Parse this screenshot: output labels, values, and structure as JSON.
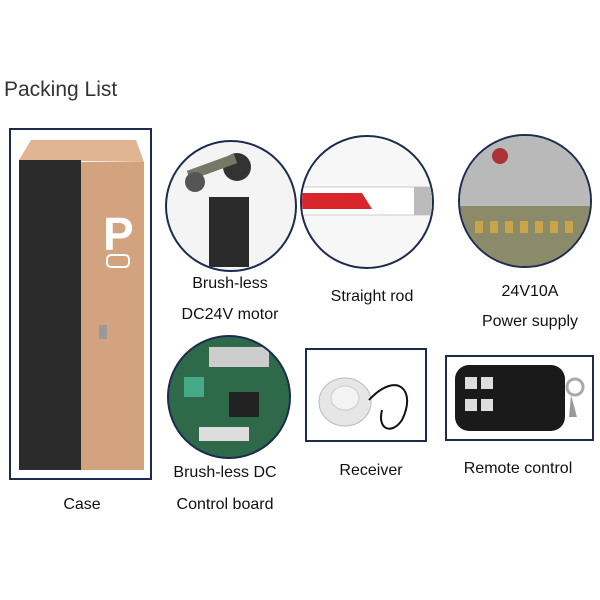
{
  "title": "Packing List",
  "items": [
    {
      "label": "Case"
    },
    {
      "label_line1": "Brush-less",
      "label_line2": "DC24V motor"
    },
    {
      "label": "Straight rod"
    },
    {
      "label_line1": "24V10A",
      "label_line2": "Power supply"
    },
    {
      "label_line1": "Brush-less DC",
      "label_line2": "Control board"
    },
    {
      "label": "Receiver"
    },
    {
      "label": "Remote control"
    }
  ],
  "case_sign": "P",
  "colors": {
    "frame": "#1c2b4f",
    "case_tan": "#d2a27e",
    "case_dark": "#2a2a2a",
    "rod_red": "#d8262c"
  }
}
